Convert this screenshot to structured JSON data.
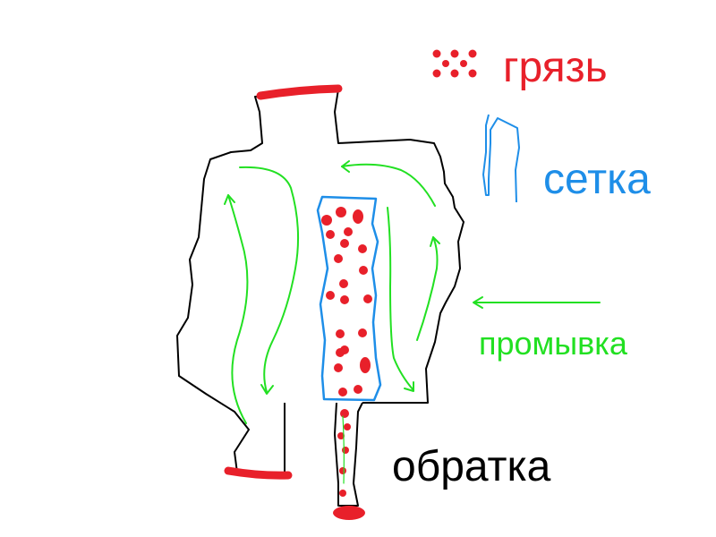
{
  "legend": {
    "dirt": {
      "label": "грязь",
      "color": "#e8202a"
    },
    "mesh": {
      "label": "сетка",
      "color": "#1e8ee8"
    },
    "flush": {
      "label": "промывка",
      "color": "#22e022"
    },
    "return": {
      "label": "обратка",
      "color": "#000000"
    }
  },
  "colors": {
    "body_outline": "#000000",
    "pipe_end": "#e8202a",
    "dirt": "#e8202a",
    "mesh": "#1e8ee8",
    "flow": "#22e022"
  }
}
